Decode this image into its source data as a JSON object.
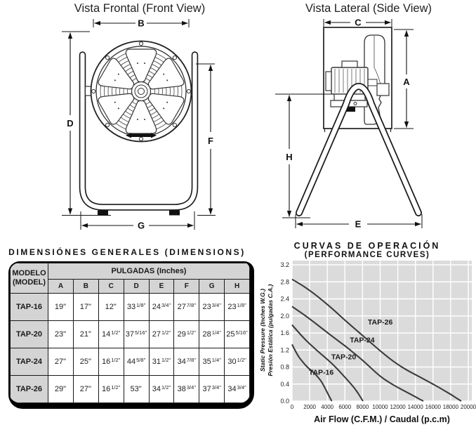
{
  "drawings": {
    "front": {
      "title": "Vista Frontal (Front View)",
      "dims": {
        "b": "B",
        "d": "D",
        "f": "F",
        "g": "G"
      }
    },
    "side": {
      "title": "Vista Lateral (Side View)",
      "dims": {
        "c": "C",
        "a": "A",
        "h": "H",
        "e": "E"
      }
    }
  },
  "table": {
    "title": "DIMENSIÓNES GENERALES (DIMENSIONS)",
    "model_header_line1": "MODELO",
    "model_header_line2": "(MODEL)",
    "units_header": "PULGADAS (Inches)",
    "columns": [
      "A",
      "B",
      "C",
      "D",
      "E",
      "F",
      "G",
      "H"
    ],
    "rows": [
      {
        "model": "TAP-16",
        "cells": [
          {
            "w": "19\"",
            "f": ""
          },
          {
            "w": "17\"",
            "f": ""
          },
          {
            "w": "12\"",
            "f": ""
          },
          {
            "w": "33",
            "f": "1/8\""
          },
          {
            "w": "24",
            "f": "3/4\""
          },
          {
            "w": "27",
            "f": "7/8\""
          },
          {
            "w": "23",
            "f": "3/4\""
          },
          {
            "w": "23",
            "f": "1/8\""
          }
        ]
      },
      {
        "model": "TAP-20",
        "cells": [
          {
            "w": "23\"",
            "f": ""
          },
          {
            "w": "21\"",
            "f": ""
          },
          {
            "w": "14",
            "f": "1/2\""
          },
          {
            "w": "37",
            "f": "5/16\""
          },
          {
            "w": "27",
            "f": "1/2\""
          },
          {
            "w": "29",
            "f": "1/2\""
          },
          {
            "w": "28",
            "f": "1/4\""
          },
          {
            "w": "25",
            "f": "5/16\""
          }
        ]
      },
      {
        "model": "TAP-24",
        "cells": [
          {
            "w": "27\"",
            "f": ""
          },
          {
            "w": "25\"",
            "f": ""
          },
          {
            "w": "16",
            "f": "1/2\""
          },
          {
            "w": "44",
            "f": "5/8\""
          },
          {
            "w": "31",
            "f": "1/2\""
          },
          {
            "w": "34",
            "f": "7/8\""
          },
          {
            "w": "35",
            "f": "1/4\""
          },
          {
            "w": "30",
            "f": "1/2\""
          }
        ]
      },
      {
        "model": "TAP-26",
        "cells": [
          {
            "w": "29\"",
            "f": ""
          },
          {
            "w": "27\"",
            "f": ""
          },
          {
            "w": "16",
            "f": "1/2\""
          },
          {
            "w": "53\"",
            "f": ""
          },
          {
            "w": "34",
            "f": "1/2\""
          },
          {
            "w": "38",
            "f": "3/4\""
          },
          {
            "w": "37",
            "f": "3/4\""
          },
          {
            "w": "34",
            "f": "3/4\""
          }
        ]
      }
    ]
  },
  "chart_data": {
    "type": "line",
    "title": "CURVAS DE OPERACIÓN",
    "subtitle": "(PERFORMANCE CURVES)",
    "xlabel": "Air Flow (C.F.M.) / Caudal (p.c.m)",
    "ylabel": "Static Pressure (Inches W.G.)",
    "ylabel_line2": "Presión Estática (pulgadas C.A.)",
    "xlim": [
      0,
      20000
    ],
    "ylim": [
      0,
      3.2
    ],
    "xticks": [
      0,
      2000,
      4000,
      6000,
      8000,
      10000,
      12000,
      14000,
      16000,
      18000,
      20000
    ],
    "yticks": [
      0.0,
      0.4,
      0.8,
      1.2,
      1.6,
      2.0,
      2.4,
      2.8,
      3.2
    ],
    "grid": true,
    "legend_position": "inline-labels",
    "plot_bg": "#dbdbdb",
    "grid_color": "#ffffff",
    "curve_color": "#3c3c3c",
    "series": [
      {
        "name": "TAP-16",
        "label_at": [
          1900,
          0.62
        ],
        "points": [
          [
            0,
            1.33
          ],
          [
            600,
            1.08
          ],
          [
            1200,
            0.92
          ],
          [
            1800,
            0.78
          ],
          [
            2400,
            0.68
          ],
          [
            3000,
            0.55
          ],
          [
            3400,
            0.44
          ],
          [
            3800,
            0.28
          ],
          [
            4200,
            0.12
          ],
          [
            4500,
            0
          ]
        ]
      },
      {
        "name": "TAP-20",
        "label_at": [
          4450,
          0.98
        ],
        "points": [
          [
            0,
            1.79
          ],
          [
            800,
            1.6
          ],
          [
            1600,
            1.42
          ],
          [
            2400,
            1.27
          ],
          [
            3200,
            1.12
          ],
          [
            4000,
            0.98
          ],
          [
            4800,
            0.83
          ],
          [
            5600,
            0.65
          ],
          [
            6400,
            0.47
          ],
          [
            7200,
            0.28
          ],
          [
            8050,
            0
          ]
        ]
      },
      {
        "name": "TAP-24",
        "label_at": [
          6550,
          1.38
        ],
        "points": [
          [
            0,
            2.22
          ],
          [
            1000,
            2.08
          ],
          [
            2000,
            1.93
          ],
          [
            3000,
            1.77
          ],
          [
            4000,
            1.61
          ],
          [
            5000,
            1.45
          ],
          [
            6000,
            1.3
          ],
          [
            7000,
            1.13
          ],
          [
            8000,
            0.96
          ],
          [
            9000,
            0.77
          ],
          [
            10000,
            0.58
          ],
          [
            11000,
            0.44
          ],
          [
            12000,
            0.32
          ],
          [
            13000,
            0.21
          ],
          [
            14000,
            0.1
          ],
          [
            14900,
            0
          ]
        ]
      },
      {
        "name": "TAP-26",
        "label_at": [
          8600,
          1.8
        ],
        "points": [
          [
            0,
            2.86
          ],
          [
            1000,
            2.74
          ],
          [
            2000,
            2.6
          ],
          [
            3000,
            2.44
          ],
          [
            4000,
            2.27
          ],
          [
            5000,
            2.09
          ],
          [
            6000,
            1.9
          ],
          [
            7000,
            1.72
          ],
          [
            8000,
            1.54
          ],
          [
            9000,
            1.36
          ],
          [
            10000,
            1.18
          ],
          [
            11000,
            1.01
          ],
          [
            12000,
            0.86
          ],
          [
            13000,
            0.73
          ],
          [
            14000,
            0.62
          ],
          [
            15000,
            0.51
          ],
          [
            16000,
            0.4
          ],
          [
            17000,
            0.28
          ],
          [
            18000,
            0.16
          ],
          [
            19200,
            0
          ]
        ]
      }
    ]
  }
}
